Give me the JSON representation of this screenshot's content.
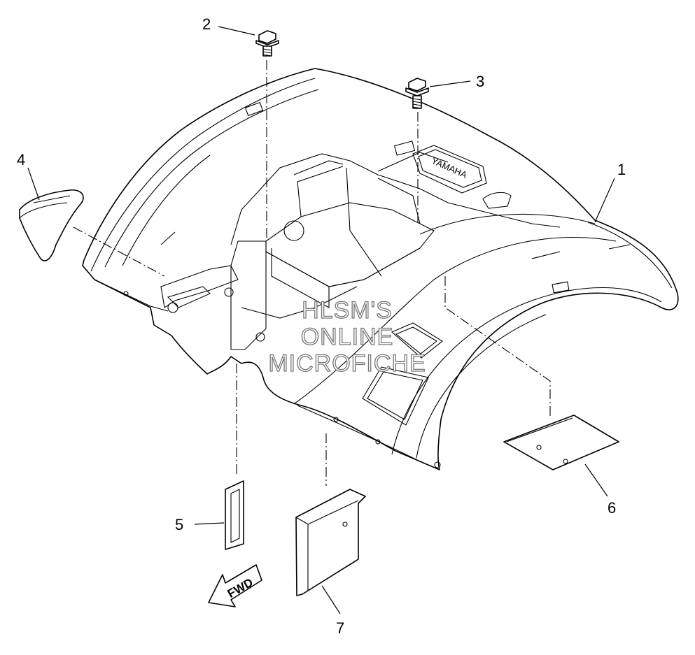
{
  "diagram": {
    "callouts": [
      "1",
      "2",
      "3",
      "4",
      "5",
      "6",
      "7"
    ],
    "embossed_brand": "YAMAHA",
    "direction_arrow_label": "FWD",
    "watermark": [
      "HLSM'S",
      "ONLINE",
      "MICROFICHE"
    ]
  }
}
